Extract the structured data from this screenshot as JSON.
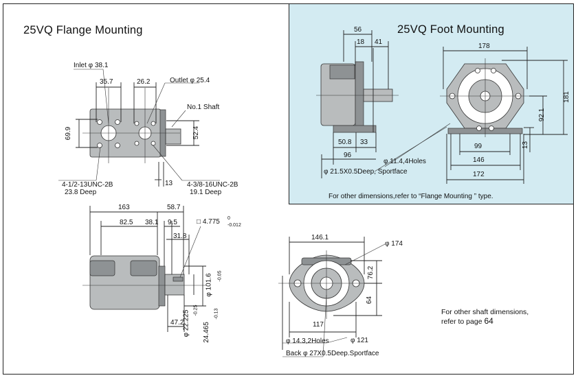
{
  "flange_title": "25VQ Flange Mounting",
  "foot_title": "25VQ Foot Mounting",
  "flange_labels": {
    "inlet": "Inlet φ 38.1",
    "outlet": "Outlet φ 25.4",
    "d_357": "35.7",
    "d_262": "26.2",
    "shaft": "No.1 Shaft",
    "d_699": "69.9",
    "d_524": "52.4",
    "d_13": "13",
    "thread_left_1": "4-1/2-13UNC-2B",
    "thread_left_2": "23.8 Deep",
    "thread_right_1": "4-3/8-16UNC-2B",
    "thread_right_2": "19.1 Deep"
  },
  "side_labels": {
    "d_163": "163",
    "d_587": "58.7",
    "d_825": "82.5",
    "d_381": "38.1",
    "d_95": "9.5",
    "key": "□ 4.775",
    "key_tol_top": "0",
    "key_tol_bot": "-0.012",
    "d_318": "31.8",
    "d_1016": "φ 101.6",
    "d_1016_tol": "-0.05",
    "d_472": "47.2",
    "d_22225": "φ 22.225",
    "d_22225_tol": "-0.25",
    "d_24465": "24.465",
    "d_24465_tol": "-0.13"
  },
  "front_labels": {
    "d_1461": "146.1",
    "d_174": "φ 174",
    "d_762": "76.2",
    "d_64": "64",
    "d_117": "117",
    "holes": "φ 14.3,2Holes",
    "d_121": "φ 121",
    "back": "Back φ 27X0.5Deep.Sportface"
  },
  "foot_labels": {
    "d_56": "56",
    "d_18": "18",
    "d_41": "41",
    "d_178": "178",
    "d_181": "181",
    "d_921": "92.1",
    "d_508": "50.8",
    "d_33": "33",
    "d_96": "96",
    "d_99": "99",
    "d_13": "13",
    "d_146": "146",
    "d_172": "172",
    "holes": "φ 11.4,4Holes",
    "spot": "φ 21.5X0.5Deep, Sportface"
  },
  "notes": {
    "foot_note": "For other  dimensions,refer to  “Flange Mounting ” type.",
    "shaft_note_1": "For other shaft dimensions,",
    "shaft_note_2": "refer to page",
    "page": "64"
  }
}
